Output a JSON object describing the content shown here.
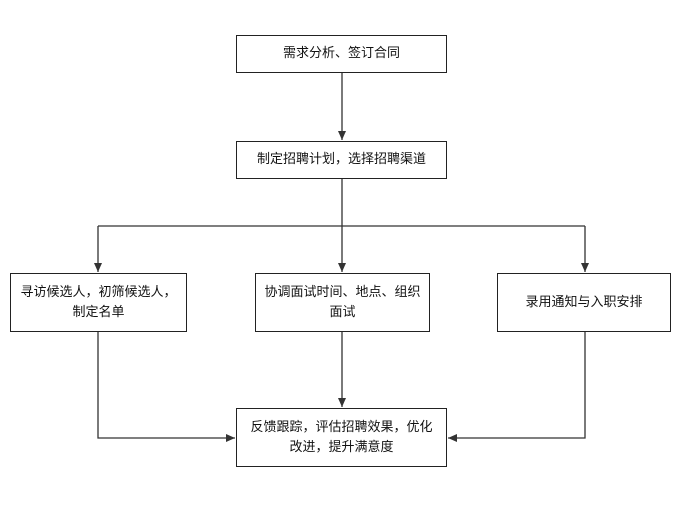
{
  "diagram": {
    "nodes": {
      "needs_analysis": "需求分析、签订合同",
      "recruit_plan": "制定招聘计划，选择招聘渠道",
      "search_candidates": "寻访候选人，初筛候选人，制定名单",
      "coordinate_interview": "协调面试时间、地点、组织面试",
      "offer_onboarding": "录用通知与入职安排",
      "feedback": "反馈跟踪，评估招聘效果，优化改进，提升满意度"
    },
    "colors": {
      "line": "#333333",
      "border": "#222222",
      "text": "#111111",
      "background": "#ffffff"
    }
  }
}
